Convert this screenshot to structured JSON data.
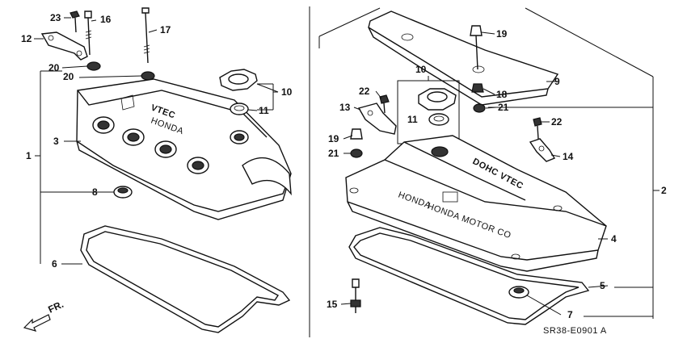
{
  "diagram": {
    "code": "SR38-E0901 A",
    "direction_marker": "FR.",
    "labels": {
      "p1": "1",
      "p2": "2",
      "p3": "3",
      "p4": "4",
      "p5": "5",
      "p6": "6",
      "p7": "7",
      "p8": "8",
      "p9": "9",
      "p10a": "10",
      "p10b": "10",
      "p11a": "11",
      "p11b": "11",
      "p12": "12",
      "p13": "13",
      "p14": "14",
      "p15": "15",
      "p16": "16",
      "p17": "17",
      "p18": "18",
      "p19a": "19",
      "p19b": "19",
      "p20a": "20",
      "p20b": "20",
      "p21a": "21",
      "p21b": "21",
      "p22a": "22",
      "p22b": "22",
      "p23": "23"
    },
    "cover_text": {
      "vtec_left": "VTEC",
      "honda_left": "HONDA",
      "dohc_vtec": "DOHC VTEC",
      "honda_right": "HONDA",
      "honda_motor": "HONDA MOTOR CO"
    }
  }
}
